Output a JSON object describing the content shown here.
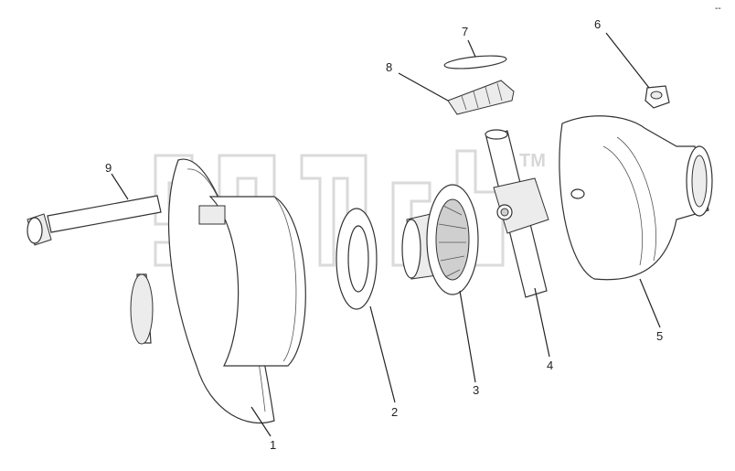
{
  "diagram": {
    "callouts": [
      "1",
      "2",
      "3",
      "4",
      "5",
      "6",
      "7",
      "8",
      "9"
    ],
    "watermark_mark": "TM",
    "corner_mark": "--"
  }
}
